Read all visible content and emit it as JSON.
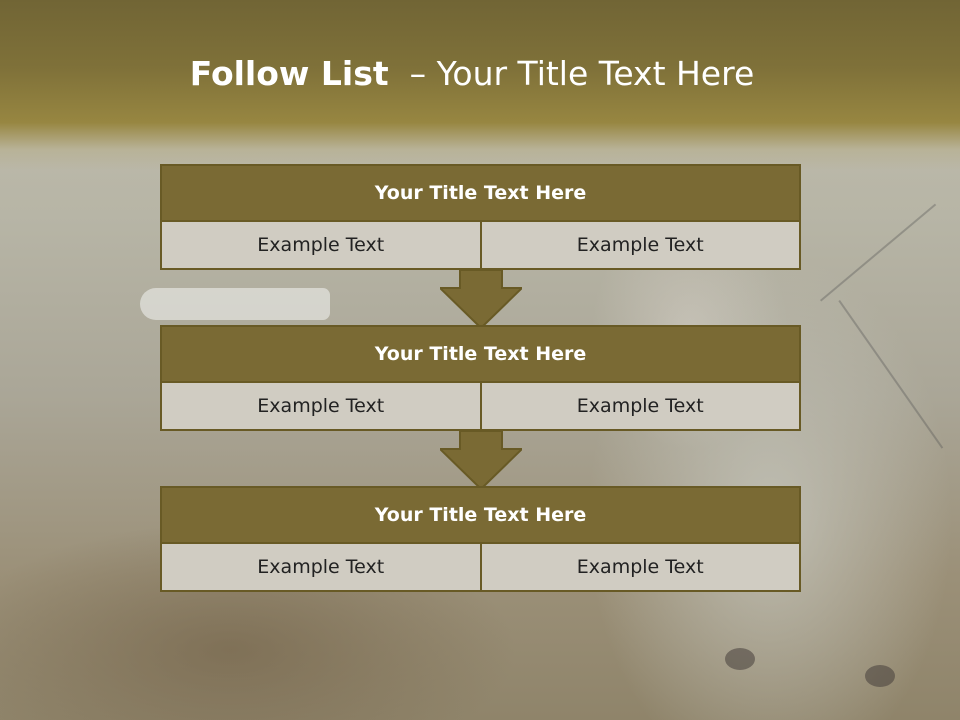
{
  "slide": {
    "title_bold": "Follow List",
    "title_rest": "– Your Title Text Here"
  },
  "steps": [
    {
      "title": "Your Title Text Here",
      "left": "Example Text",
      "right": "Example Text"
    },
    {
      "title": "Your Title Text Here",
      "left": "Example Text",
      "right": "Example Text"
    },
    {
      "title": "Your Title Text Here",
      "left": "Example Text",
      "right": "Example Text"
    }
  ],
  "colors": {
    "accent": "#7a6a34",
    "border": "#685a25",
    "cell_bg": "#d0ccc2",
    "header_band": "#7f7139"
  }
}
